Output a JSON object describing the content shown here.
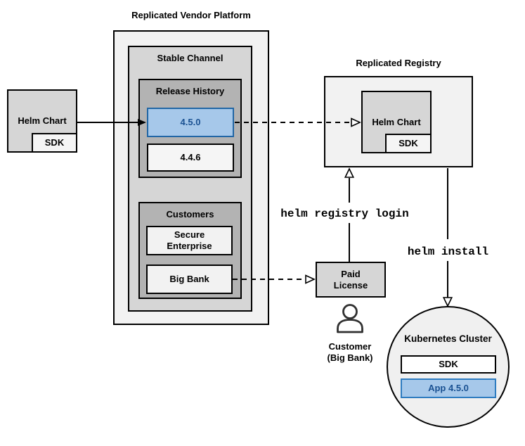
{
  "colors": {
    "box_light": "#f2f2f2",
    "box_medium": "#d6d6d6",
    "box_dark": "#b3b3b3",
    "box_subtle": "#f5f5f5",
    "white": "#ffffff",
    "circle_fill": "#f0f0f0",
    "blue_fill": "#a6c8ea",
    "blue_border": "#2166a5",
    "blue_border_bright": "#2e7cc0",
    "blue_text": "#1a5192",
    "line": "#000000"
  },
  "nodes": {
    "left_helm_chart": {
      "label": "Helm Chart",
      "sdk": "SDK"
    },
    "platform": {
      "title": "Replicated Vendor Platform",
      "stable_channel": "Stable Channel",
      "release_history": "Release History",
      "releases": [
        {
          "version": "4.5.0"
        },
        {
          "version": "4.4.6"
        }
      ],
      "customers_title": "Customers",
      "customers": [
        {
          "name": "Secure Enterprise"
        },
        {
          "name": "Big Bank"
        }
      ]
    },
    "registry": {
      "title": "Replicated Registry",
      "helm_chart": "Helm Chart",
      "sdk": "SDK"
    },
    "paid_license": "Paid License",
    "customer_caption": {
      "line1": "Customer",
      "line2": "(Big Bank)"
    },
    "cluster": {
      "title": "Kubernetes Cluster",
      "sdk": "SDK",
      "app": "App 4.5.0"
    }
  },
  "edges": {
    "registry_login_cmd": "helm registry login",
    "install_cmd": "helm install"
  }
}
